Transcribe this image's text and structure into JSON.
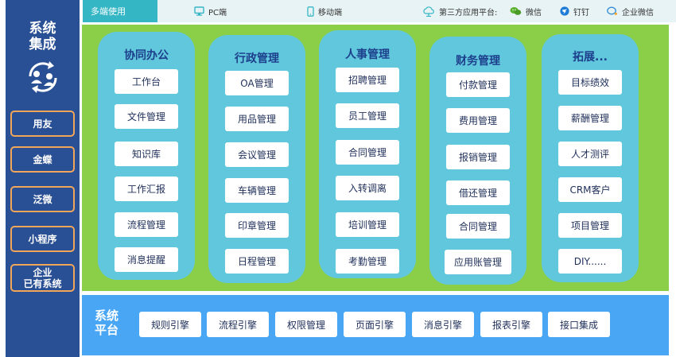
{
  "sidebar": {
    "title_line1": "系统",
    "title_line2": "集成",
    "buttons": [
      {
        "label": "用友"
      },
      {
        "label": "金蝶"
      },
      {
        "label": "泛微"
      },
      {
        "label": "小程序"
      },
      {
        "label_line1": "企业",
        "label_line2": "已有系统"
      }
    ]
  },
  "topbar": {
    "active_tab": "多端使用",
    "pc": "PC端",
    "mobile": "移动端",
    "third_party": "第三方应用平台:",
    "wechat": "微信",
    "dingtalk": "钉钉",
    "wework": "企业微信"
  },
  "modules": [
    {
      "title": "协同办公",
      "items": [
        "工作台",
        "文件管理",
        "知识库",
        "工作汇报",
        "流程管理",
        "消息提醒"
      ]
    },
    {
      "title": "行政管理",
      "items": [
        "OA管理",
        "用品管理",
        "会议管理",
        "车辆管理",
        "印章管理",
        "日程管理"
      ]
    },
    {
      "title": "人事管理",
      "items": [
        "招聘管理",
        "员工管理",
        "合同管理",
        "入转调离",
        "培训管理",
        "考勤管理"
      ]
    },
    {
      "title": "财务管理",
      "items": [
        "付款管理",
        "费用管理",
        "报销管理",
        "借还管理",
        "合同管理",
        "应用账管理"
      ]
    },
    {
      "title": "拓展...",
      "items": [
        "目标绩效",
        "薪酬管理",
        "人才测评",
        "CRM客户",
        "项目管理",
        "DIY......"
      ]
    }
  ],
  "platform": {
    "title_line1": "系统",
    "title_line2": "平台",
    "engines": [
      "规则引擎",
      "流程引擎",
      "权限管理",
      "页面引擎",
      "消息引擎",
      "报表引擎",
      "接口集成"
    ]
  },
  "colors": {
    "sidebar": "#294f94",
    "accent_orange": "#f2a65a",
    "green_area": "#8bcf49",
    "module_column": "#60c7dc",
    "platform": "#49a6f4",
    "tab_active": "#35b6c5"
  }
}
